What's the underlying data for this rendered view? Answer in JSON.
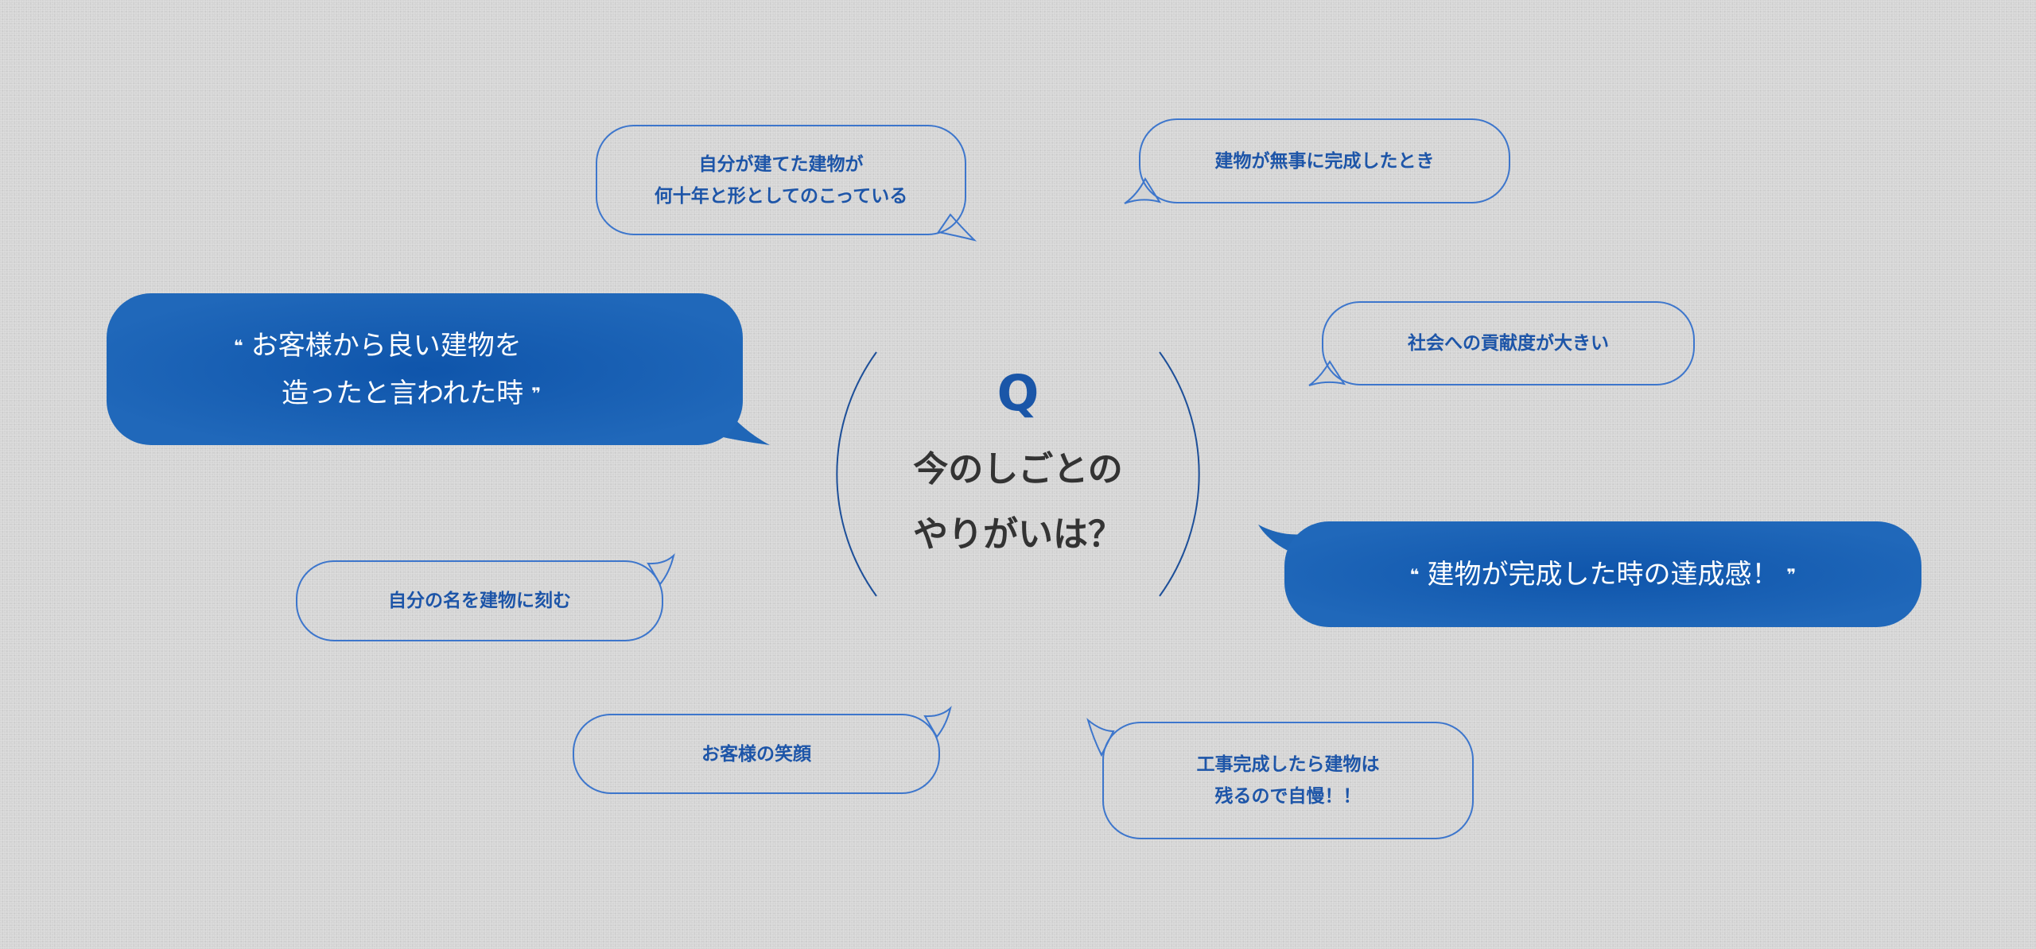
{
  "question": {
    "mark": "Q",
    "line1": "今のしごとの",
    "line2": "やりがいは？"
  },
  "quote_marks": {
    "open": "❝",
    "close": "❞"
  },
  "highlight_answers": [
    {
      "line1": "お客様から良い建物を",
      "line2": "造ったと言われた時"
    },
    {
      "line1": "建物が完成した時の達成感！"
    }
  ],
  "answers": [
    {
      "line1": "自分が建てた建物が",
      "line2": "何十年と形としてのこっている"
    },
    {
      "line1": "建物が無事に完成したとき"
    },
    {
      "line1": "社会への貢献度が大きい"
    },
    {
      "line1": "自分の名を建物に刻む"
    },
    {
      "line1": "お客様の笑顔"
    },
    {
      "line1": "工事完成したら建物は",
      "line2": "残るので自慢！！"
    }
  ],
  "colors": {
    "accent": "#1e62b3",
    "text_blue": "#1d55a8",
    "title": "#333333",
    "background": "#d4d4d4"
  }
}
